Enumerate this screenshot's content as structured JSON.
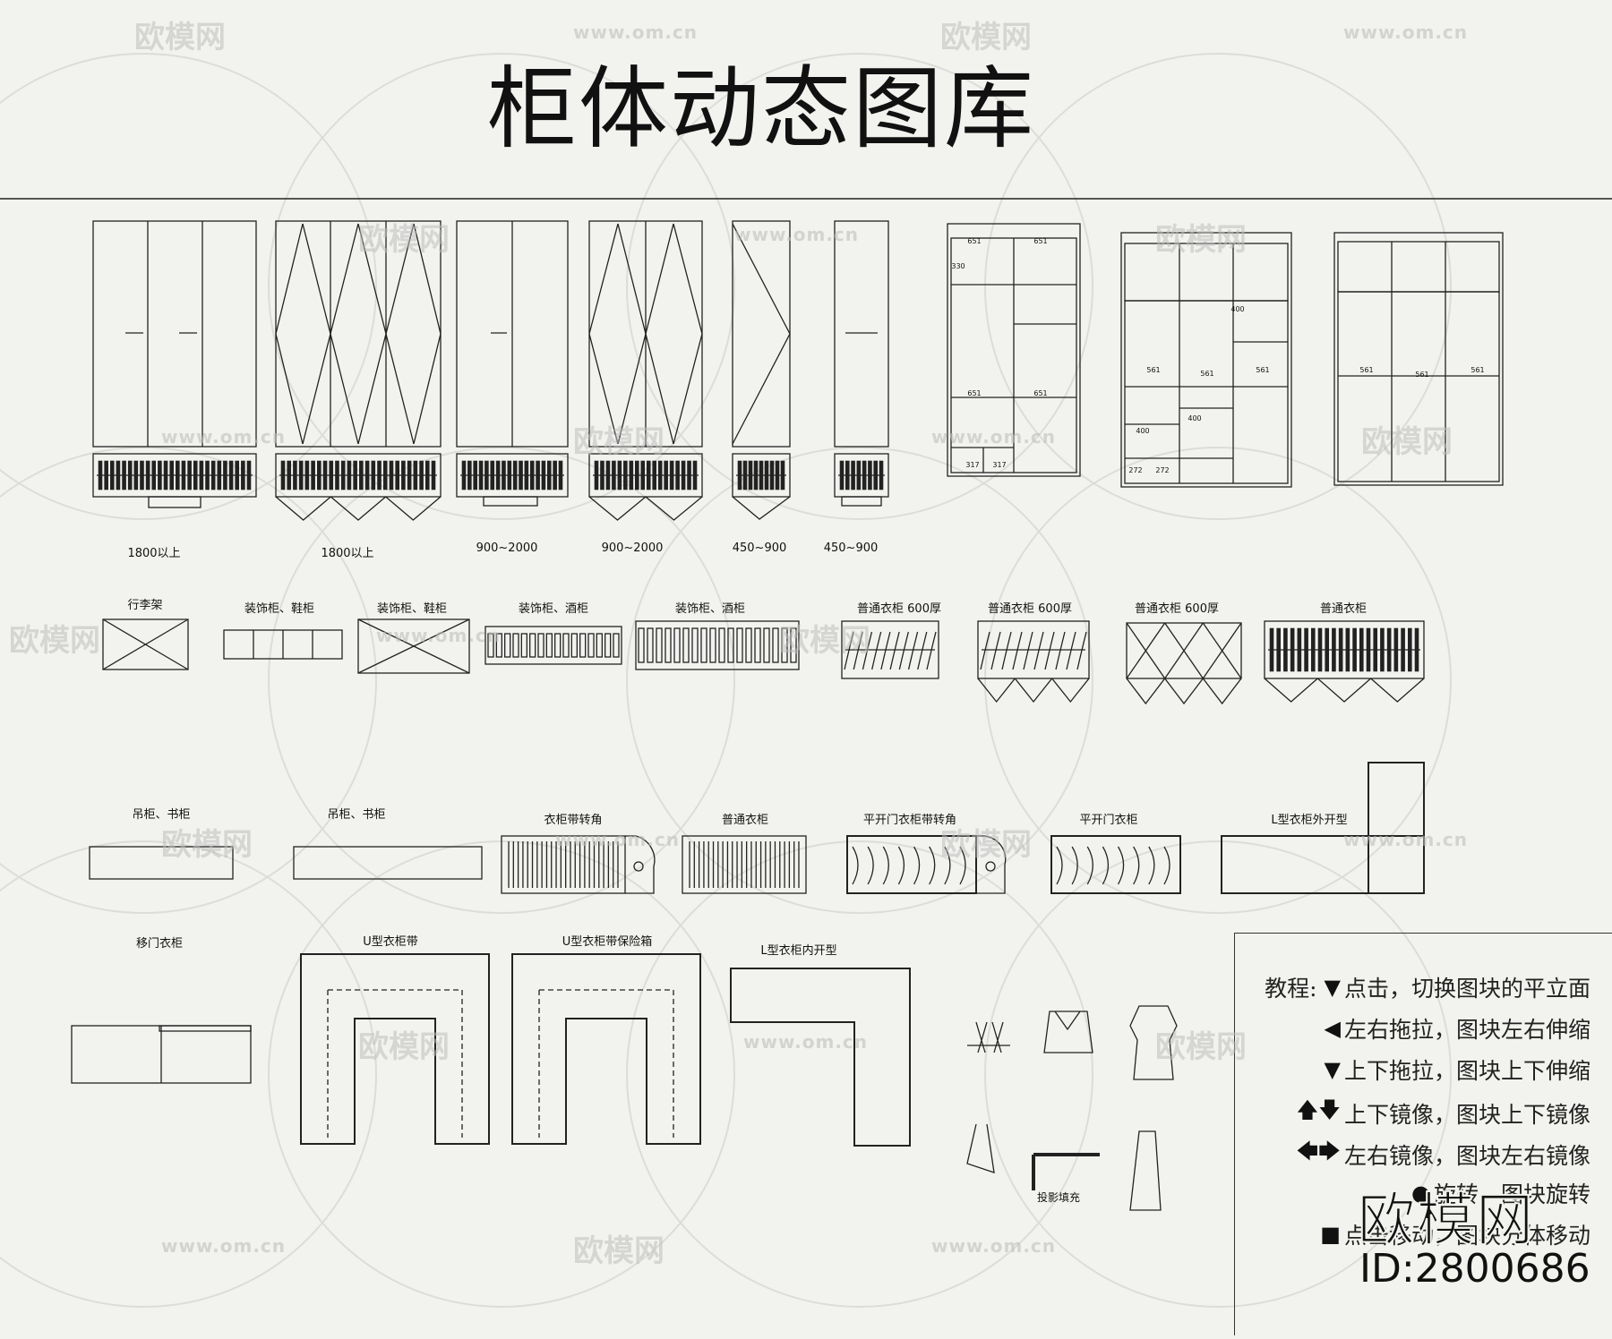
{
  "title": "柜体动态图库",
  "row1_labels": [
    "1800以上",
    "1800以上",
    "900~2000",
    "900~2000",
    "450~900",
    "450~900"
  ],
  "elevation_dims": {
    "a": [
      "651",
      "651",
      "330",
      "651",
      "651",
      "317",
      "317"
    ],
    "b": [
      "561",
      "561",
      "561",
      "400",
      "400",
      "400",
      "272",
      "272"
    ],
    "c": [
      "561",
      "561",
      "561"
    ]
  },
  "row2_labels": [
    "行李架",
    "装饰柜、鞋柜",
    "装饰柜、鞋柜",
    "装饰柜、酒柜",
    "装饰柜、酒柜",
    "普通衣柜 600厚",
    "普通衣柜 600厚",
    "普通衣柜 600厚",
    "普通衣柜"
  ],
  "row3_labels": [
    "吊柜、书柜",
    "吊柜、书柜",
    "衣柜带转角",
    "普通衣柜",
    "平开门衣柜带转角",
    "平开门衣柜",
    "L型衣柜外开型"
  ],
  "row4_labels": [
    "移门衣柜",
    "U型衣柜带",
    "U型衣柜带保险箱",
    "L型衣柜内开型"
  ],
  "projection_label": "投影填充",
  "legend": {
    "head": "教程:",
    "rows": [
      {
        "icon": "down-triangle",
        "text": "点击，切换图块的平立面"
      },
      {
        "icon": "left-triangle",
        "text": "左右拖拉，图块左右伸缩"
      },
      {
        "icon": "down-triangle",
        "text": "上下拖拉，图块上下伸缩"
      },
      {
        "icon": "up-down-arrows",
        "text": "上下镜像，图块上下镜像"
      },
      {
        "icon": "left-right-arrows",
        "text": "左右镜像，图块左右镜像"
      },
      {
        "icon": "dot",
        "text": "旋转，图块旋转"
      },
      {
        "icon": "square",
        "text": "点击移动，图块分体移动"
      }
    ]
  },
  "watermark": {
    "brand": "欧模网",
    "url": "www.om.cn",
    "id": "ID:2800686"
  }
}
